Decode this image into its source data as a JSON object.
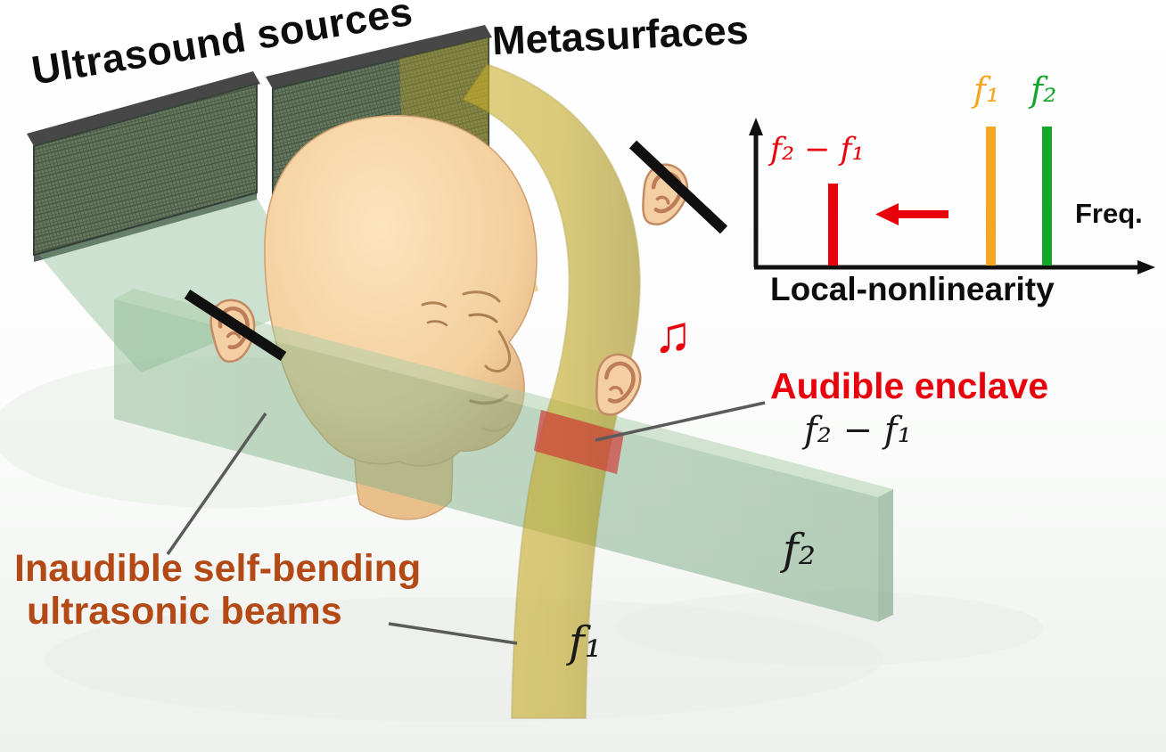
{
  "figure": {
    "labels": {
      "ultrasound_sources": "Ultrasound sources",
      "metasurfaces": "Metasurfaces",
      "audible_enclave": "Audible enclave",
      "enclave_frequency": "f₂ − f₁",
      "beam_f1": "f₁",
      "beam_f2": "f₂",
      "inaudible_line1": "Inaudible self-bending",
      "inaudible_line2": "ultrasonic beams"
    },
    "icons": {
      "music_note": "♫"
    }
  },
  "chart_data": {
    "type": "bar",
    "title": "Local-nonlinearity",
    "xlabel": "Freq.",
    "categories": [
      "f₂ − f₁",
      "f₁",
      "f₂"
    ],
    "values": [
      0.6,
      1.0,
      1.0
    ],
    "ylim": [
      0,
      1.1
    ],
    "grid": false,
    "bar_colors": [
      "#e8000d",
      "#f5a623",
      "#17a62c"
    ],
    "shift_arrow": {
      "direction": "left",
      "color": "#e8000d"
    }
  },
  "colors": {
    "enclave_red": "#e8000d",
    "inaudible_brown": "#b34a16",
    "f1_orange": "#f5a623",
    "f2_green": "#17a62c",
    "beam_green": "#79ae82",
    "beam_yellow": "#c3a82a",
    "skin": "#f3cf9d"
  }
}
